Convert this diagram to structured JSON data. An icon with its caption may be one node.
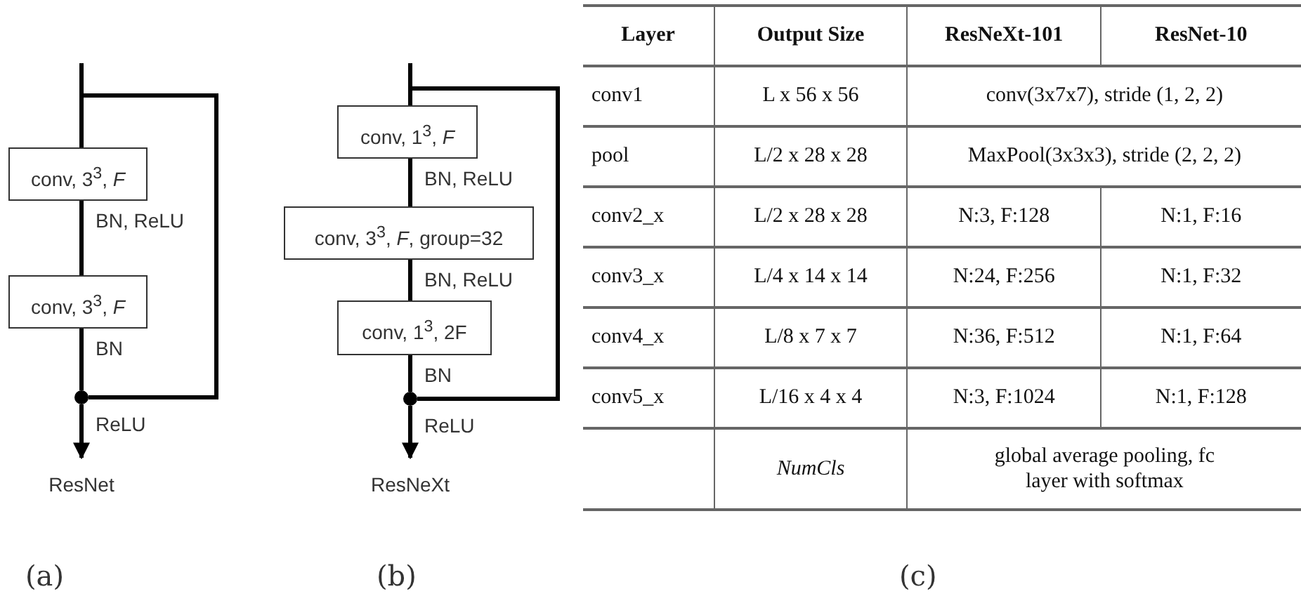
{
  "diagram": {
    "nodes": [
      {
        "text": [
          "conv, 3$^{3}$, *F*"
        ]
      },
      {
        "text": [
          "conv, 3$^{3}$, *F*"
        ]
      },
      {
        "text": [],
        "shape": "circle"
      },
      {
        "text": [
          "ResNet"
        ]
      },
      {
        "text": [
          "conv, 1$^{3}$, *F*"
        ]
      },
      {
        "text": [
          "conv, 3$^{3}$, *F*, group=32"
        ]
      },
      {
        "text": [
          "conv, 1$^{3}$, 2F"
        ]
      },
      {
        "text": [],
        "shape": "circle"
      },
      {
        "text": [
          "ResNeXt"
        ]
      }
    ],
    "edges": [
      {
        "from": null,
        "to": 0,
        "arrow": "none"
      },
      {
        "from": 0,
        "to": 1,
        "arrow": "none",
        "label": "BN, ReLU"
      },
      {
        "from": 1,
        "to": 2,
        "arrow": "none",
        "label": "BN"
      },
      {
        "from": null,
        "to": 2,
        "arrow": "none"
      },
      {
        "from": 2,
        "to": 3,
        "arrow": "to",
        "label": "ReLU"
      },
      {
        "from": null,
        "to": 4,
        "arrow": "none"
      },
      {
        "from": 4,
        "to": 5,
        "arrow": "none",
        "label": "BN, ReLU"
      },
      {
        "from": 5,
        "to": 6,
        "arrow": "none",
        "label": "BN, ReLU"
      },
      {
        "from": 6,
        "to": 7,
        "arrow": "none",
        "label": "BN"
      },
      {
        "from": null,
        "to": 7,
        "arrow": "none"
      },
      {
        "from": 7,
        "to": 8,
        "arrow": "to",
        "label": "ReLU"
      }
    ],
    "labels": [
      "Layer",
      "Output Size",
      "ResNeXt-101",
      "ResNet-10",
      "conv1",
      "L x 56 x 56",
      "conv(3x7x7), stride (1, 2, 2)",
      "pool",
      "L/2 x 28 x 28",
      "MaxPool(3x3x3), stride (2, 2, 2)",
      "conv2_x",
      "L/2 x 28 x 28",
      "N:3, F:128",
      "N:1, F:16",
      "conv3_x",
      "L/4 x 14 x 14",
      "N:24, F:256",
      "N:1, F:32",
      "conv4_x",
      "L/8 x 7 x 7",
      "N:36, F:512",
      "N:1, F:64",
      "conv5_x",
      "L/16 x 4 x 4",
      "N:3, F:1024",
      "N:1, F:128",
      "NumCls",
      "global average pooling, fc layer with softmax",
      "(a)",
      "(b)",
      "(c)"
    ]
  }
}
